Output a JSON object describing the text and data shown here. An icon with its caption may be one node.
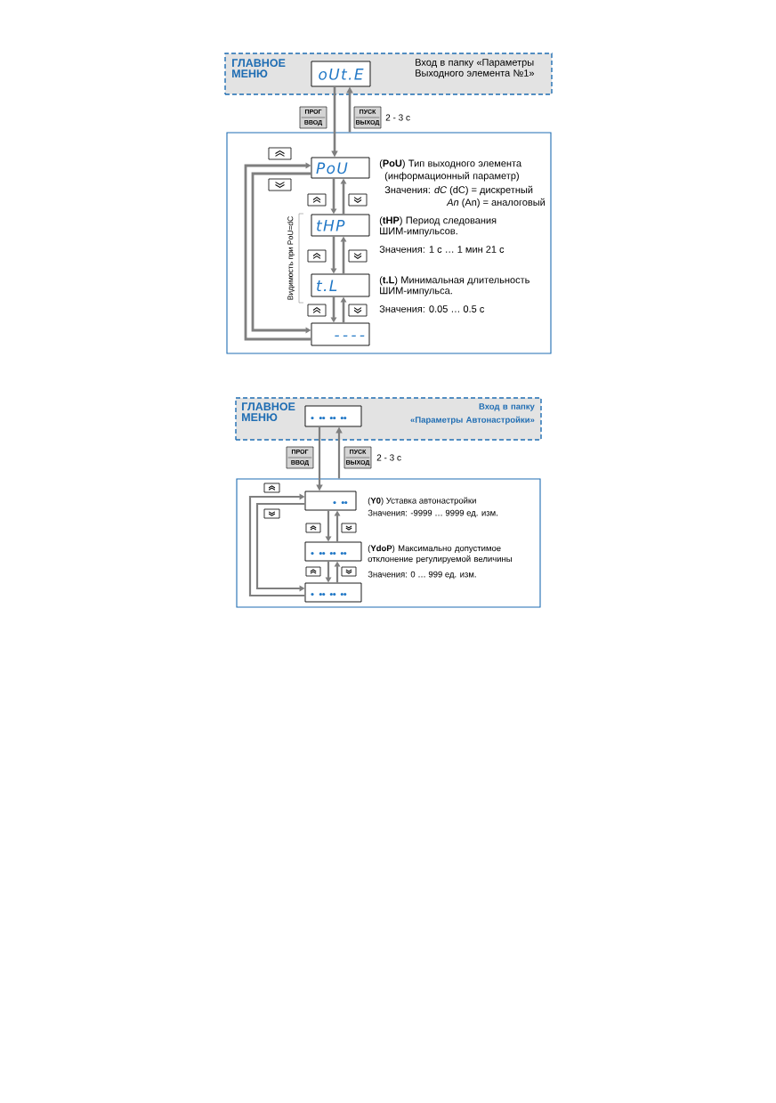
{
  "diagram": {
    "nodes": [
      {
        "text": [
          "ГЛАВНОЕ МЕНЮ",
          "Вход в папку «Параметры Выходного элемента №1»"
        ]
      },
      {
        "text": [
          "oUt.E"
        ],
        "in": 0
      },
      {
        "text": [],
        "shape": "box"
      },
      {
        "text": [
          "PoU"
        ],
        "in": 2,
        "beside": [
          "(**PoU**) Тип выходного элемента (информационный параметр)",
          "Значения: *dC* (dC) = дискретный",
          "*An* (An) = аналоговый"
        ]
      },
      {
        "text": [
          "tHP"
        ],
        "in": 2,
        "beside": [
          "(**tHP**) Период следования ШИМ-импульсов.",
          "Значения: 1 с … 1 мин 21 с"
        ]
      },
      {
        "text": [
          "t.L"
        ],
        "in": 2,
        "beside": [
          "(**t.L**) Минимальная длительность ШИМ-импульса.",
          "Значения: 0.05 … 0.5 с"
        ]
      },
      {
        "text": [
          "- - - -"
        ],
        "in": 2
      },
      {
        "text": [
          "ГЛАВНОЕ МЕНЮ",
          "Вход в папку «Параметры Автонастройки»"
        ]
      },
      {
        "text": [],
        "shape": "box",
        "in": 7
      },
      {
        "text": [],
        "shape": "box"
      },
      {
        "text": [],
        "shape": "box",
        "in": 9,
        "beside": [
          "(**Y0**) Уставка автонастройки",
          "Значения: -9999 … 9999 ед. изм."
        ]
      },
      {
        "text": [],
        "shape": "box",
        "in": 9,
        "beside": [
          "(**YdoP**) Максимально допустимое отклонение регулируемой величины",
          "Значения: 0 … 999 ед. изм."
        ]
      },
      {
        "text": [],
        "shape": "box",
        "in": 9
      }
    ],
    "edges": [
      {
        "from": 1,
        "to": 3,
        "arrow": "to",
        "label": "ПРОГ ВВОД"
      },
      {
        "from": 2,
        "to": 1,
        "arrow": "to",
        "label": "ПУСК ВЫХОД"
      },
      {
        "from": 3,
        "to": 4,
        "arrow": "to"
      },
      {
        "from": 4,
        "to": 3,
        "arrow": "to"
      },
      {
        "from": 4,
        "to": 5,
        "arrow": "to"
      },
      {
        "from": 5,
        "to": 4,
        "arrow": "to"
      },
      {
        "from": 5,
        "to": 6,
        "arrow": "to"
      },
      {
        "from": 6,
        "to": 5,
        "arrow": "to"
      },
      {
        "from": 6,
        "to": 3,
        "arrow": "to"
      },
      {
        "from": 3,
        "to": 6,
        "arrow": "to"
      },
      {
        "from": 8,
        "to": 10,
        "arrow": "to",
        "label": "ПРОГ ВВОД"
      },
      {
        "from": 9,
        "to": 8,
        "arrow": "to",
        "label": "ПУСК ВЫХОД"
      },
      {
        "from": 10,
        "to": 11,
        "arrow": "to"
      },
      {
        "from": 11,
        "to": 10,
        "arrow": "to"
      },
      {
        "from": 11,
        "to": 12,
        "arrow": "to"
      },
      {
        "from": 12,
        "to": 11,
        "arrow": "to"
      },
      {
        "from": 12,
        "to": 10,
        "arrow": "to"
      },
      {
        "from": 10,
        "to": 12,
        "arrow": "to"
      }
    ],
    "labels": [
      "2 - 3 с",
      "Видимость при PoU=dC",
      "2 - 3 с"
    ]
  }
}
